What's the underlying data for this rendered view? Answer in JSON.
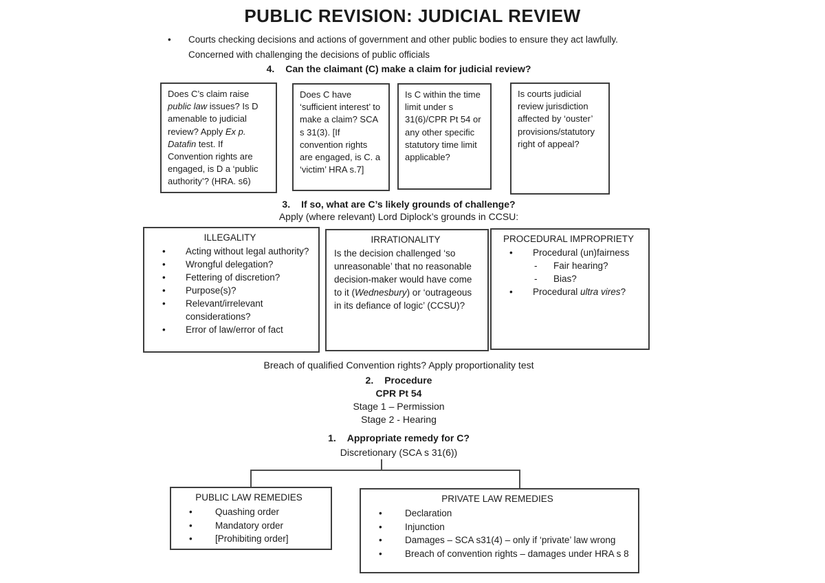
{
  "icons": {
    "bullet": "•",
    "dash": "-"
  },
  "header": {
    "title": "PUBLIC REVISION: JUDICIAL REVIEW",
    "intro_line1": "Courts checking decisions and actions of government and other public bodies to ensure they act lawfully.",
    "intro_line2": "Concerned with challenging the decisions of public officials"
  },
  "step4": {
    "number": "4.",
    "heading": "Can the claimant (C) make a claim for judicial review?",
    "box1_runs": [
      {
        "t": "Does C’s claim raise "
      },
      {
        "t": "public law",
        "i": true
      },
      {
        "t": " issues? Is D amenable to judicial review? Apply "
      },
      {
        "t": "Ex p. Datafin",
        "i": true
      },
      {
        "t": " test. If Convention rights are engaged, is D a ‘public authority’? (HRA. s6)"
      }
    ],
    "box2": "Does C have ‘sufficient interest’ to make a claim? SCA s 31(3). [If convention rights are engaged, is C. a ‘victim’ HRA s.7]",
    "box3": "Is C within the time limit under s 31(6)/CPR Pt 54 or any other specific statutory time limit applicable?",
    "box4": "Is courts judicial review jurisdiction affected by ‘ouster’ provisions/statutory right of appeal?"
  },
  "step3": {
    "number": "3.",
    "heading": "If so, what are C’s likely grounds of challenge?",
    "subheading": "Apply (where relevant) Lord Diplock’s grounds in CCSU:",
    "illegality": {
      "title": "ILLEGALITY",
      "items": [
        "Acting without legal authority?",
        "Wrongful delegation?",
        "Fettering of discretion?",
        "Purpose(s)?",
        "Relevant/irrelevant considerations?",
        "Error of law/error of fact"
      ]
    },
    "irrationality": {
      "title": "IRRATIONALITY",
      "runs": [
        {
          "t": "Is the decision challenged ‘so unreasonable’ that no reasonable decision-maker would have come to it ("
        },
        {
          "t": "Wednesbury",
          "i": true
        },
        {
          "t": ") or ‘outrageous in its defiance of logic’ (CCSU)?"
        }
      ]
    },
    "procedural": {
      "title": "PROCEDURAL IMPROPRIETY",
      "item1": "Procedural (un)fairness",
      "sub_items": [
        "Fair hearing?",
        "Bias?"
      ],
      "item2_runs": [
        {
          "t": "Procedural "
        },
        {
          "t": "ultra vires",
          "i": true
        },
        {
          "t": "?"
        }
      ]
    },
    "breach_note": "Breach of qualified Convention rights? Apply proportionality test"
  },
  "step2": {
    "number": "2.",
    "heading": "Procedure",
    "rule": "CPR Pt 54",
    "stage1": "Stage 1 – Permission",
    "stage2": "Stage 2 - Hearing"
  },
  "step1": {
    "number": "1.",
    "heading": "Appropriate remedy for C?",
    "note": "Discretionary (SCA s 31(6))",
    "public_remedies": {
      "title": "PUBLIC LAW REMEDIES",
      "items": [
        "Quashing order",
        "Mandatory order",
        "[Prohibiting order]"
      ]
    },
    "private_remedies": {
      "title": "PRIVATE LAW REMEDIES",
      "items": [
        "Declaration",
        "Injunction",
        "Damages – SCA s31(4) – only if ‘private’ law wrong",
        "Breach of convention rights – damages under HRA s 8"
      ]
    }
  }
}
